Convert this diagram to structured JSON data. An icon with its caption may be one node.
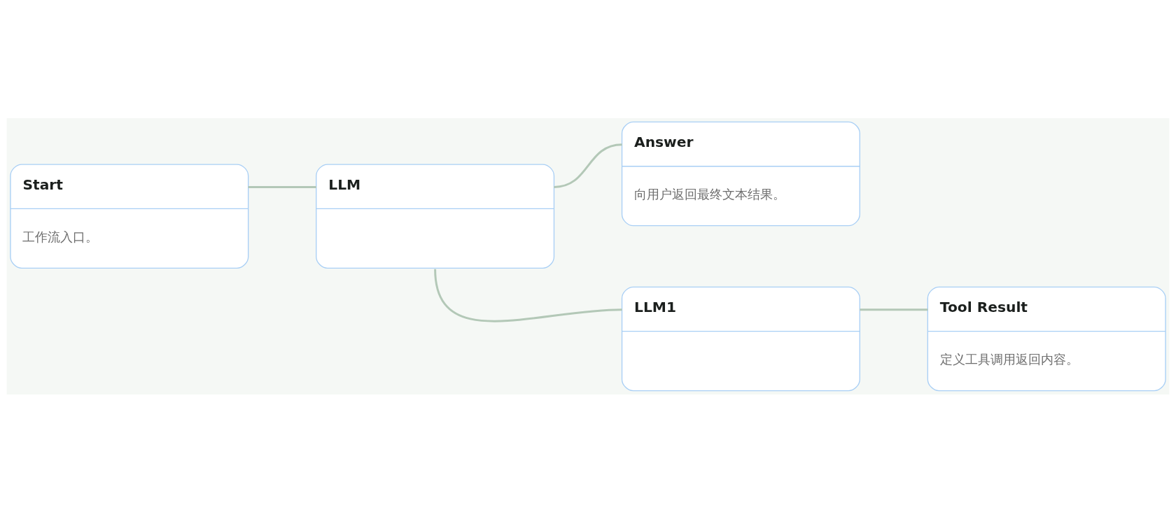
{
  "diagram": {
    "nodes": [
      {
        "text": [
          "Start",
          "工作流入口。"
        ]
      },
      {
        "text": [
          "LLM"
        ]
      },
      {
        "text": [
          "Answer",
          "向用户返回最终文本结果。"
        ]
      },
      {
        "text": [
          "LLM1"
        ]
      },
      {
        "text": [
          "Tool Result",
          "定义工具调用返回内容。"
        ]
      }
    ],
    "edges": [
      {
        "from": 0,
        "to": 1,
        "arrow": "none"
      },
      {
        "from": 1,
        "to": 2,
        "arrow": "none"
      },
      {
        "from": 1,
        "to": 3,
        "arrow": "none"
      },
      {
        "from": 3,
        "to": 4,
        "arrow": "none"
      }
    ]
  }
}
